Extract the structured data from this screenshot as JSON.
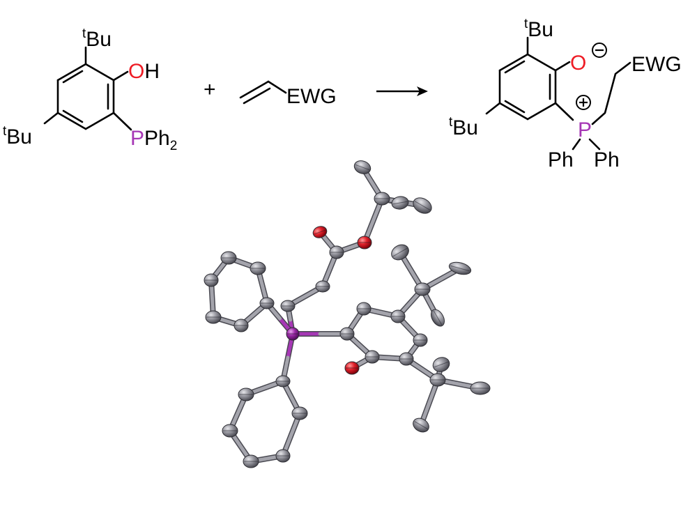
{
  "colors": {
    "oxygen": "#ee1c25",
    "phosphorus": "#a637b5",
    "carbon_sphere": "#8e8e94",
    "bond_line": "#000000",
    "background": "#ffffff"
  },
  "reactant": {
    "tbu_top": {
      "sup": "t",
      "main": "Bu"
    },
    "tbu_left": {
      "sup": "t",
      "main": "Bu"
    },
    "oh": {
      "o": "O",
      "h": "H"
    },
    "pph2": {
      "p": "P",
      "ph": "Ph",
      "sub": "2"
    }
  },
  "plus_sign": "+",
  "alkene": {
    "ewg": "EWG"
  },
  "arrow_icon": "right-arrow-icon",
  "product": {
    "tbu_top": {
      "sup": "t",
      "main": "Bu"
    },
    "tbu_left": {
      "sup": "t",
      "main": "Bu"
    },
    "oxide": {
      "o": "O"
    },
    "phosphonium": {
      "p": "P"
    },
    "ewg": "EWG",
    "ph_left": "Ph",
    "ph_right": "Ph",
    "negative_charge_icon": "minus-circle-icon",
    "positive_charge_icon": "plus-circle-icon"
  },
  "crystal_structure": {
    "type": "ortep-thermal-ellipsoid-plot"
  }
}
